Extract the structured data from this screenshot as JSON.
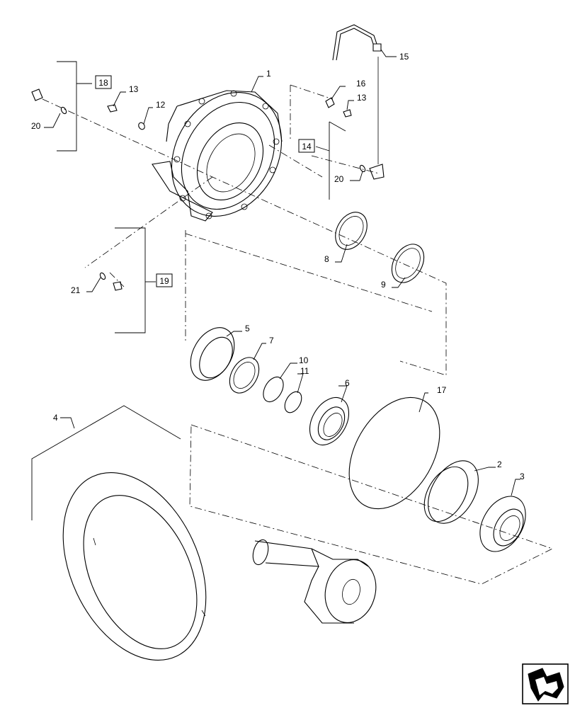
{
  "callouts": {
    "c1": "1",
    "c2": "2",
    "c3": "3",
    "c4": "4",
    "c5": "5",
    "c6": "6",
    "c7": "7",
    "c8": "8",
    "c9": "9",
    "c10": "10",
    "c11": "11",
    "c12": "12",
    "c13a": "13",
    "c13b": "13",
    "c15": "15",
    "c16": "16",
    "c17": "17",
    "c20a": "20",
    "c20b": "20",
    "c21": "21"
  },
  "boxed_refs": {
    "b18": "18",
    "b14": "14",
    "b19": "19"
  },
  "icons": {
    "nav": "next-page-arrow-icon"
  }
}
